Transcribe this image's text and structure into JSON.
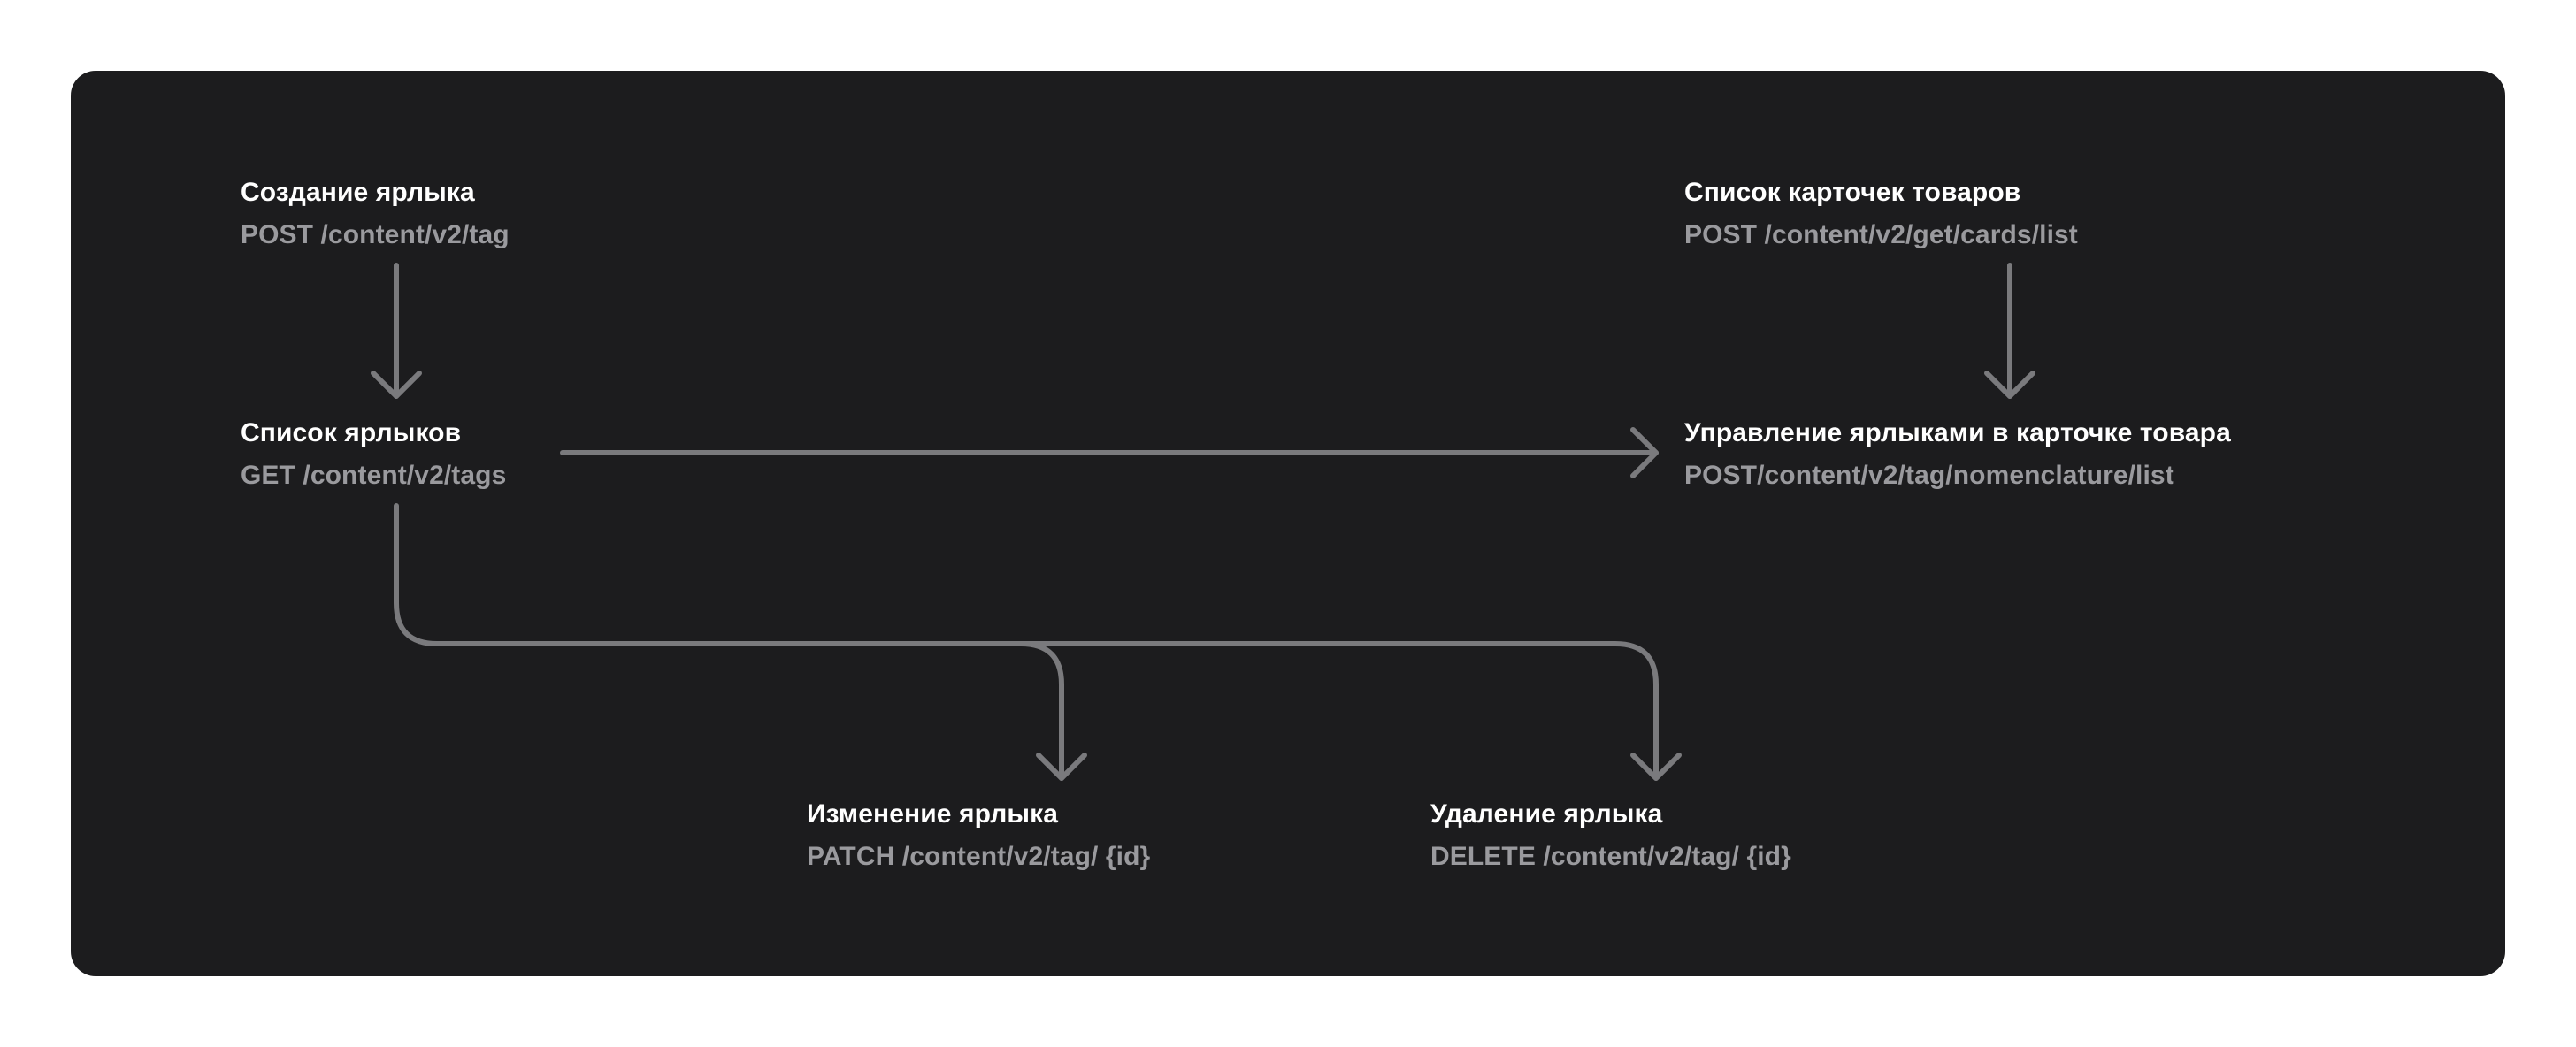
{
  "nodes": {
    "create_tag": {
      "title": "Создание ярлыка",
      "endpoint": "POST /content/v2/tag"
    },
    "tag_list": {
      "title": "Список ярлыков",
      "endpoint": "GET /content/v2/tags"
    },
    "cards_list": {
      "title": "Список карточек товаров",
      "endpoint": "POST /content/v2/get/cards/list"
    },
    "manage_tags_in_card": {
      "title": "Управление ярлыками в карточке товара",
      "endpoint": "POST/content/v2/tag/nomenclature/list"
    },
    "edit_tag": {
      "title": "Изменение ярлыка",
      "endpoint": "PATCH /content/v2/tag/ {id}"
    },
    "delete_tag": {
      "title": "Удаление ярлыка",
      "endpoint": "DELETE /content/v2/tag/ {id}"
    }
  },
  "edges": [
    {
      "from": "create_tag",
      "to": "tag_list"
    },
    {
      "from": "cards_list",
      "to": "manage_tags_in_card"
    },
    {
      "from": "tag_list",
      "to": "manage_tags_in_card"
    },
    {
      "from": "tag_list",
      "to": "edit_tag"
    },
    {
      "from": "tag_list",
      "to": "delete_tag"
    }
  ],
  "colors": {
    "panel_background": "#1c1c1e",
    "title_text": "#ffffff",
    "endpoint_text": "#9a9a9e",
    "connector": "#7a7a7d"
  }
}
